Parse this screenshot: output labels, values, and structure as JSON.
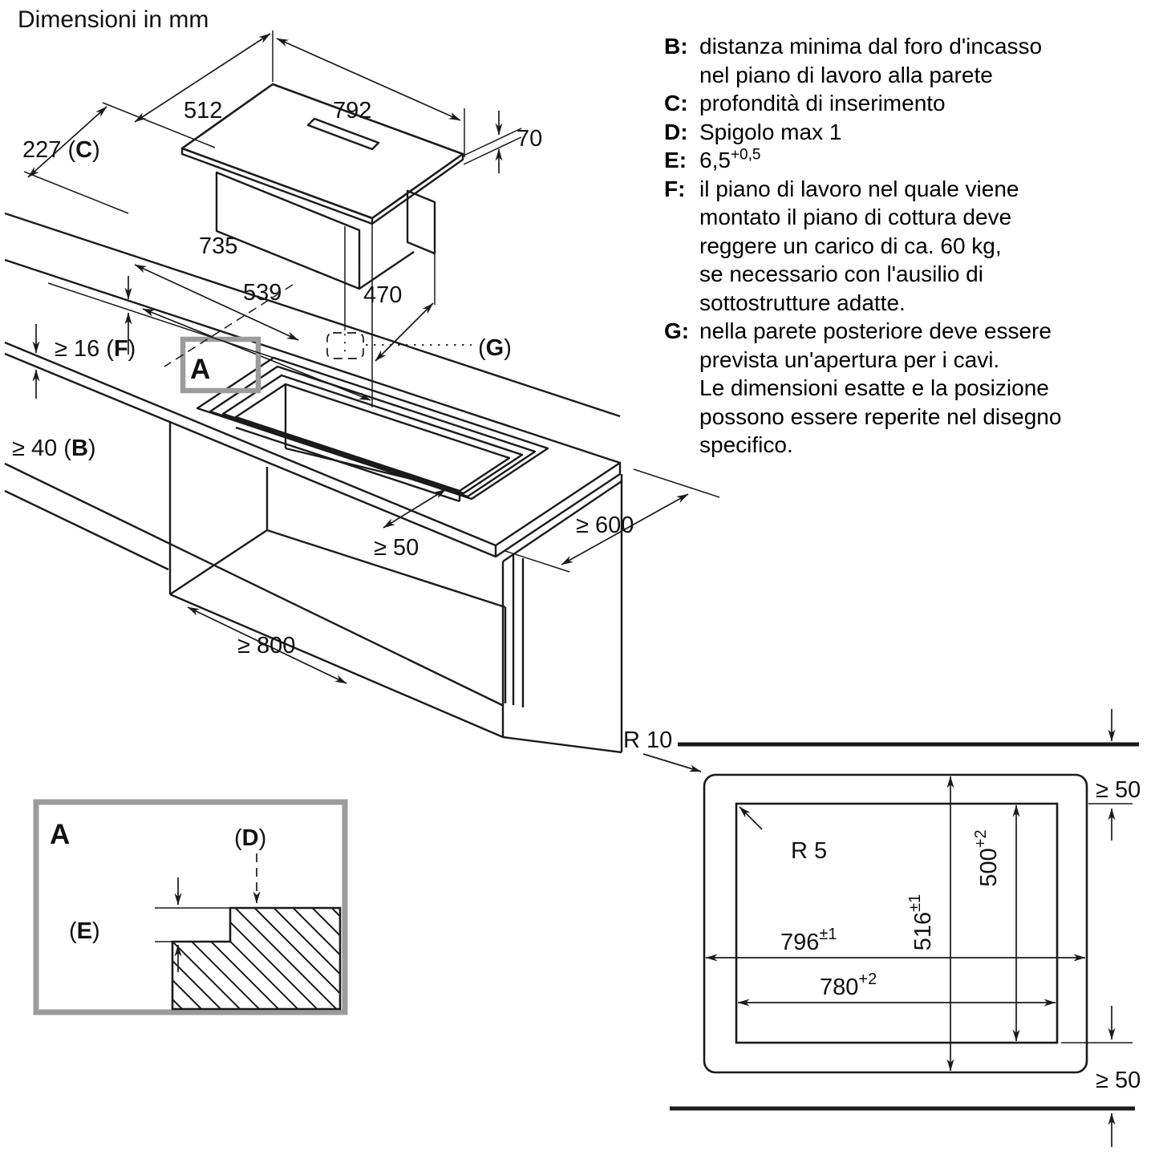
{
  "title": "Dimensioni in mm",
  "legend": {
    "entries": [
      {
        "key": "B",
        "lines": [
          "distanza minima dal foro d'incasso",
          "nel piano di lavoro alla parete"
        ]
      },
      {
        "key": "C",
        "lines": [
          "profondità di inserimento"
        ]
      },
      {
        "key": "D",
        "lines": [
          "Spigolo max 1"
        ]
      },
      {
        "key": "E",
        "base": "6,5",
        "sup": "+0,5"
      },
      {
        "key": "F",
        "lines": [
          "il piano di lavoro nel quale viene",
          "montato il piano di cottura deve",
          "reggere un carico di ca. 60 kg,",
          "se necessario con l'ausilio di",
          "sottostrutture adatte."
        ]
      },
      {
        "key": "G",
        "lines": [
          "nella parete posteriore deve essere",
          "prevista un'apertura per i cavi.",
          "Le dimensioni esatte e la posizione",
          "possono essere reperite nel disegno",
          "specifico."
        ]
      }
    ]
  },
  "hob": {
    "width_back": "792",
    "width_left": "512",
    "height": "70",
    "depth": {
      "pre": "227 (",
      "key": "C",
      "post": ")"
    },
    "body_width": "735",
    "body_front": "539",
    "body_depth": "470"
  },
  "cabinet": {
    "thickness": {
      "pre": "≥ 16 (",
      "key": "F",
      "post": ")"
    },
    "wall_dist": {
      "pre": "≥ 40 (",
      "key": "B",
      "post": ")"
    },
    "front_dist": "≥ 50",
    "depth": "≥ 600",
    "width": "≥ 800",
    "detail_label": "A",
    "opening": {
      "pre": "(",
      "key": "G",
      "post": ")"
    }
  },
  "detail_a": {
    "label": "A",
    "d": {
      "pre": "(",
      "key": "D",
      "post": ")"
    },
    "e": {
      "pre": "(",
      "key": "E",
      "post": ")"
    }
  },
  "cutout": {
    "r_outer": "R 10",
    "r_inner": "R 5",
    "gap_top": "≥ 50",
    "gap_bottom": "≥ 50",
    "w_outer": {
      "base": "796",
      "sup": "±1"
    },
    "w_inner": {
      "base": "780",
      "sup": "+2"
    },
    "h_outer": {
      "base": "516",
      "sup": "±1"
    },
    "h_inner": {
      "base": "500",
      "sup": "+2"
    }
  }
}
